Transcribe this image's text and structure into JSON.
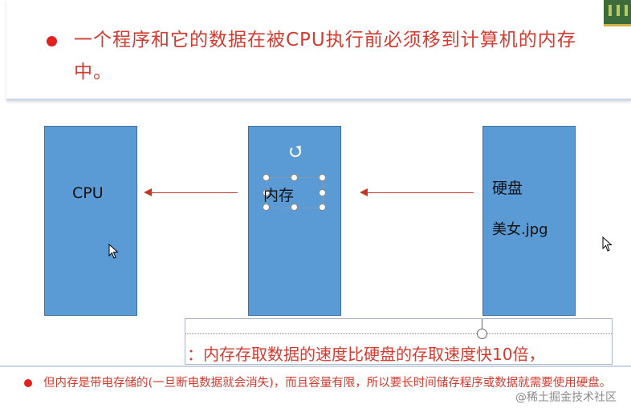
{
  "top": {
    "text": "一个程序和它的数据在被CPU执行前必须移到计算机的内存中。"
  },
  "diagram": {
    "cpu_label": "CPU",
    "memory_label": "内存",
    "disk_label": "硬盘",
    "disk_file": "美女.jpg"
  },
  "mid": {
    "text": "：内存存取数据的速度比硬盘的存取速度快10倍，"
  },
  "bottom": {
    "text": "但内存是带电存储的(一旦断电数据就会消失)，而且容量有限，所以要长时间储存程序或数据就需要使用硬盘。",
    "watermark": "@稀土掘金技术社区"
  },
  "colors": {
    "accent_red": "#d43a2e",
    "box_blue": "#5b9bd5"
  }
}
